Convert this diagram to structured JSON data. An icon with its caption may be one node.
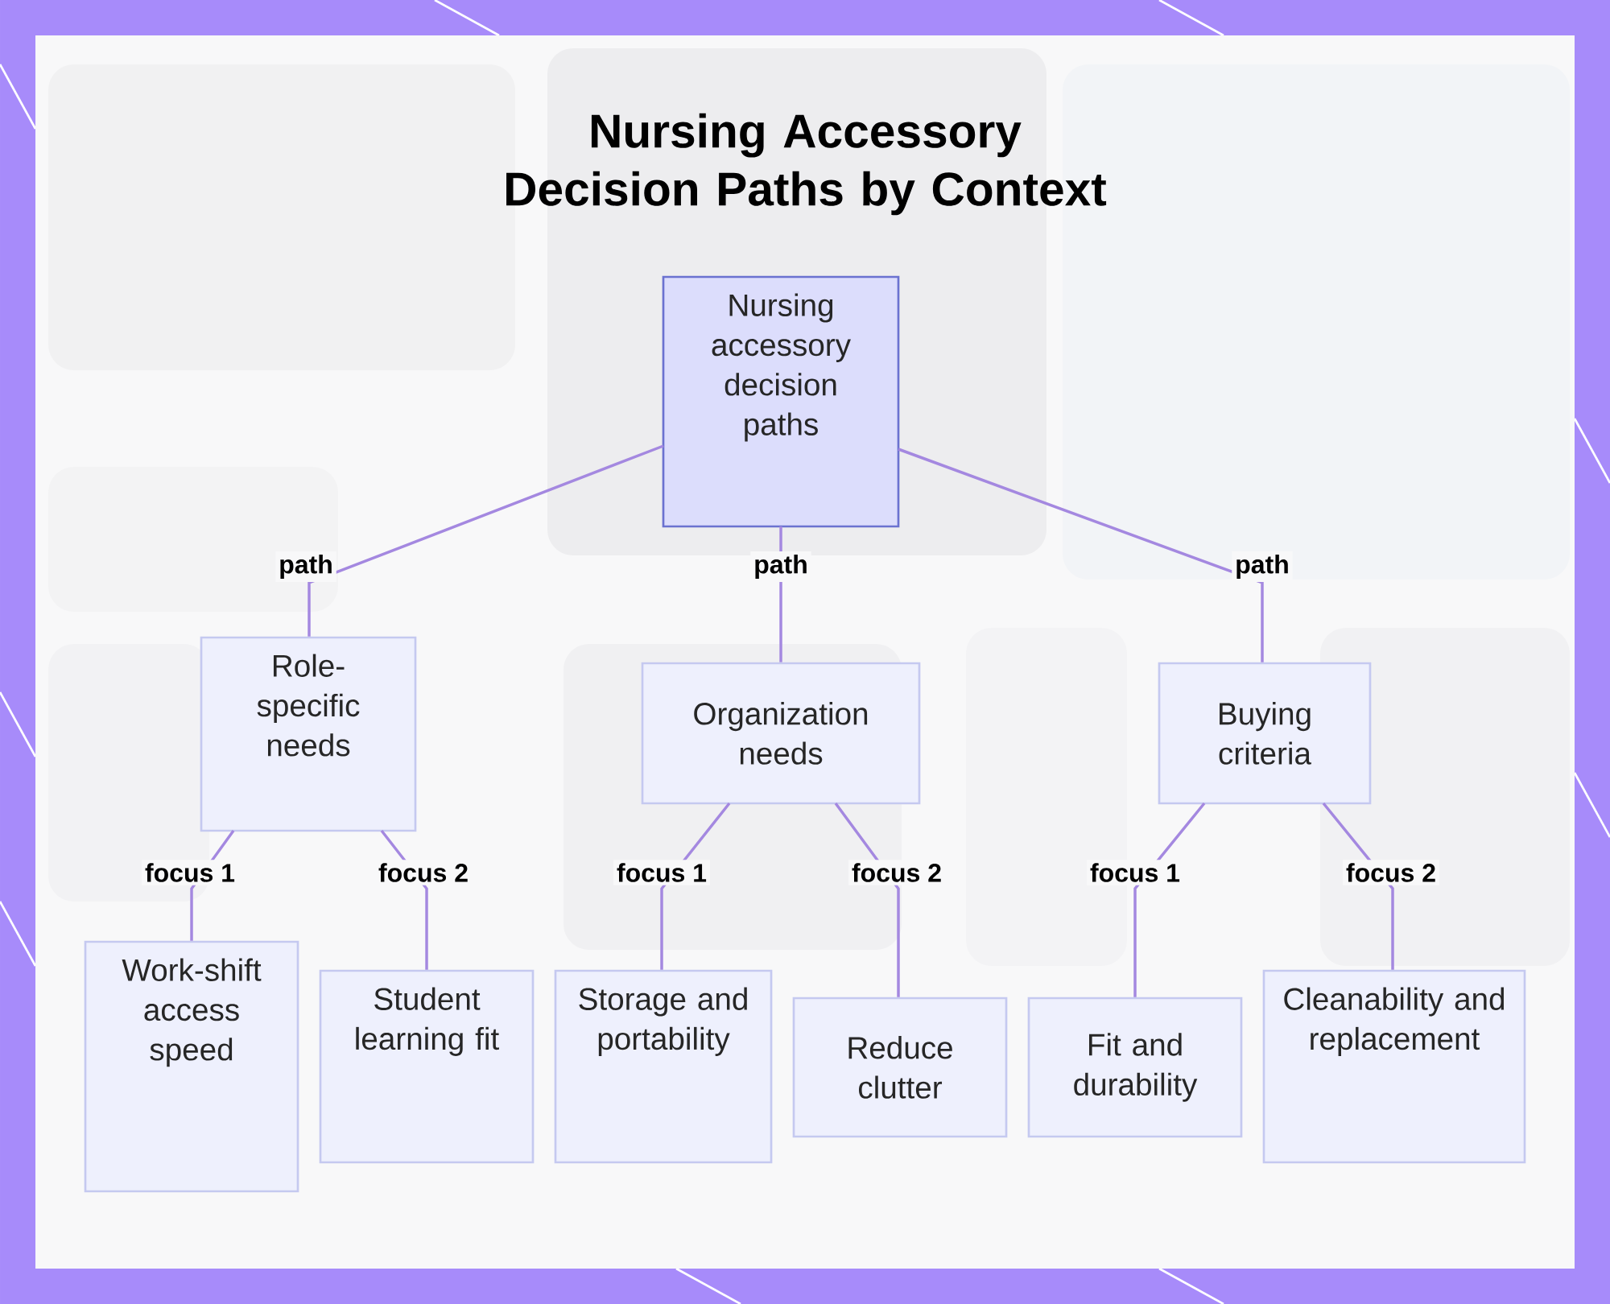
{
  "diagram": {
    "title": "Nursing Accessory Decision Paths by Context",
    "nodes": [
      {
        "text": [
          "Nursing accessory decision paths"
        ]
      },
      {
        "text": [
          "Role-specific needs"
        ]
      },
      {
        "text": [
          "Organization needs"
        ]
      },
      {
        "text": [
          "Buying criteria"
        ]
      },
      {
        "text": [
          "Work-shift access speed"
        ]
      },
      {
        "text": [
          "Student learning fit"
        ]
      },
      {
        "text": [
          "Storage and portability"
        ]
      },
      {
        "text": [
          "Reduce clutter"
        ]
      },
      {
        "text": [
          "Fit and durability"
        ]
      },
      {
        "text": [
          "Cleanability and replacement"
        ]
      }
    ],
    "edges": [
      {
        "from": 0,
        "to": 1,
        "arrow": "none",
        "label": "path"
      },
      {
        "from": 0,
        "to": 2,
        "arrow": "none",
        "label": "path"
      },
      {
        "from": 0,
        "to": 3,
        "arrow": "none",
        "label": "path"
      },
      {
        "from": 1,
        "to": 4,
        "arrow": "none",
        "label": "focus 1"
      },
      {
        "from": 1,
        "to": 5,
        "arrow": "none",
        "label": "focus 2"
      },
      {
        "from": 2,
        "to": 6,
        "arrow": "none",
        "label": "focus 1"
      },
      {
        "from": 2,
        "to": 7,
        "arrow": "none",
        "label": "focus 2"
      },
      {
        "from": 3,
        "to": 8,
        "arrow": "none",
        "label": "focus 1"
      },
      {
        "from": 3,
        "to": 9,
        "arrow": "none",
        "label": "focus 2"
      }
    ]
  }
}
